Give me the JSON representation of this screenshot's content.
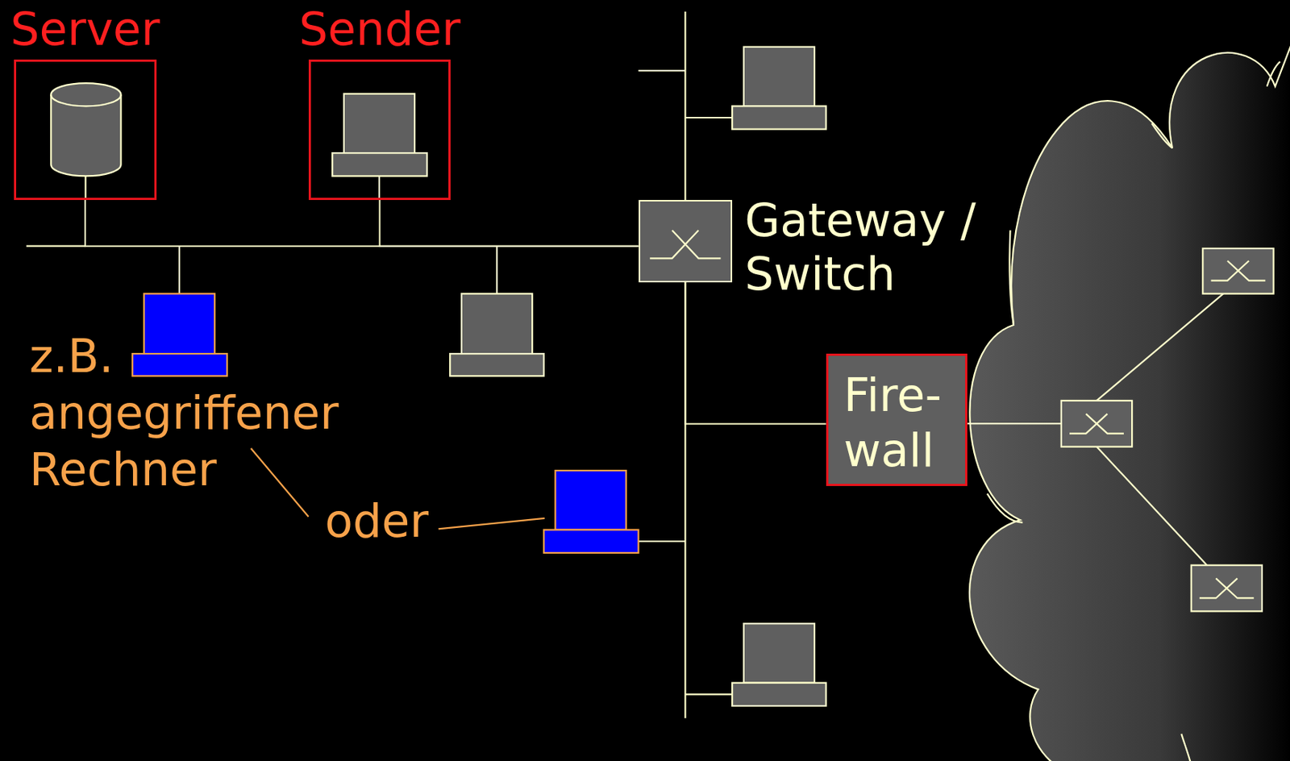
{
  "diagram": {
    "nodes": [
      {
        "text": [
          "Server"
        ]
      },
      {
        "text": [
          "Sender"
        ]
      },
      {
        "text": [
          "Gateway / Switch"
        ]
      },
      {
        "text": [
          "Fire- wall"
        ]
      }
    ],
    "edges": [
      {
        "from": 0,
        "to": 2,
        "arrow": "none"
      },
      {
        "from": 1,
        "to": 2,
        "arrow": "none"
      },
      {
        "from": 2,
        "to": 3,
        "arrow": "none"
      }
    ],
    "labels": [
      "z.B. angegriffener Rechner",
      "oder"
    ]
  }
}
